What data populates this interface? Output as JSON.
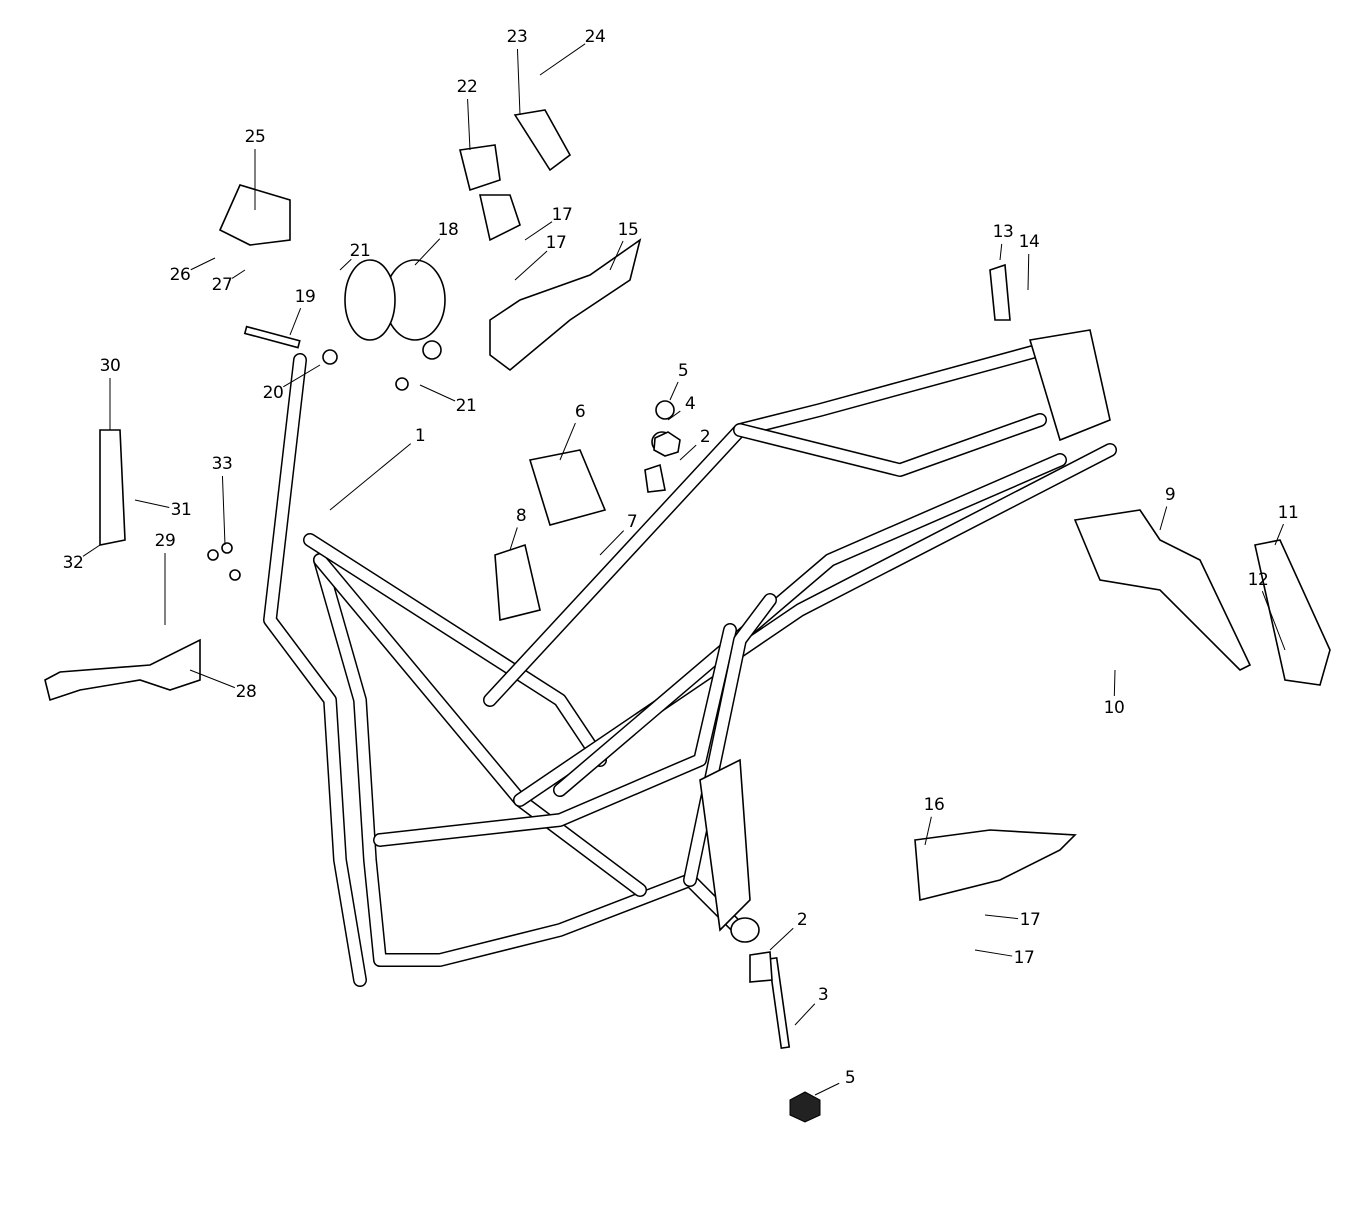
{
  "diagram": {
    "title": "Frame exploded parts diagram",
    "callouts": [
      {
        "id": "23",
        "part": "23"
      },
      {
        "id": "24",
        "part": "24"
      },
      {
        "id": "22",
        "part": "22"
      },
      {
        "id": "25",
        "part": "25"
      },
      {
        "id": "18",
        "part": "18"
      },
      {
        "id": "17a",
        "part": "17"
      },
      {
        "id": "17b",
        "part": "17"
      },
      {
        "id": "15",
        "part": "15"
      },
      {
        "id": "21a",
        "part": "21"
      },
      {
        "id": "26",
        "part": "26"
      },
      {
        "id": "27",
        "part": "27"
      },
      {
        "id": "19",
        "part": "19"
      },
      {
        "id": "13",
        "part": "13"
      },
      {
        "id": "14",
        "part": "14"
      },
      {
        "id": "5a",
        "part": "5"
      },
      {
        "id": "20",
        "part": "20"
      },
      {
        "id": "21b",
        "part": "21"
      },
      {
        "id": "30",
        "part": "30"
      },
      {
        "id": "4",
        "part": "4"
      },
      {
        "id": "6",
        "part": "6"
      },
      {
        "id": "1",
        "part": "1"
      },
      {
        "id": "2a",
        "part": "2"
      },
      {
        "id": "33",
        "part": "33"
      },
      {
        "id": "31",
        "part": "31"
      },
      {
        "id": "11",
        "part": "11"
      },
      {
        "id": "9",
        "part": "9"
      },
      {
        "id": "8",
        "part": "8"
      },
      {
        "id": "7",
        "part": "7"
      },
      {
        "id": "12",
        "part": "12"
      },
      {
        "id": "29",
        "part": "29"
      },
      {
        "id": "32",
        "part": "32"
      },
      {
        "id": "28",
        "part": "28"
      },
      {
        "id": "10",
        "part": "10"
      },
      {
        "id": "16",
        "part": "16"
      },
      {
        "id": "2b",
        "part": "2"
      },
      {
        "id": "17c",
        "part": "17"
      },
      {
        "id": "17d",
        "part": "17"
      },
      {
        "id": "3",
        "part": "3"
      },
      {
        "id": "5b",
        "part": "5"
      }
    ]
  }
}
